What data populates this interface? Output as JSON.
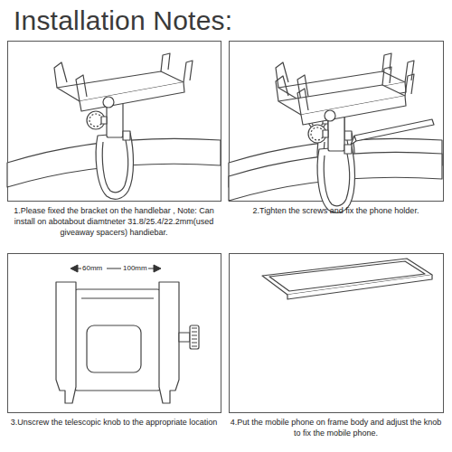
{
  "diagram": {
    "title": "Installation Notes:",
    "labels": [
      "1.Please fixed the bracket on the handlebar , Note: Can install on abotabout diamtneter 31.8/25.4/22.2mm(used giveaway spacers) handiebar.",
      "2.Tighten the screws and fix the phone holder.",
      "60mm",
      "100mm",
      "3.Unscrew the telescopic knob to the appropriate location",
      "4.Put the mobile phone on frame body and adjust the knob to fix the mobile phone."
    ]
  }
}
